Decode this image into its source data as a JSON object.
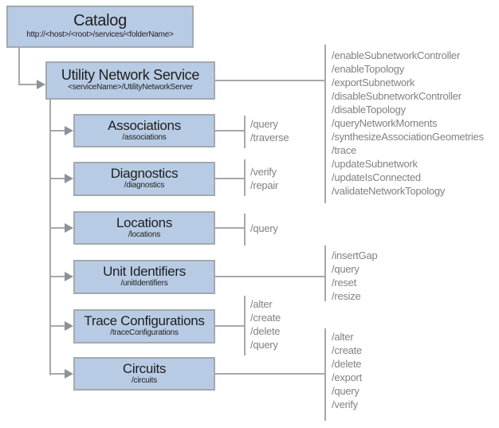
{
  "colors": {
    "box_fill": "#B8CBE4",
    "box_border": "#A3A9AF",
    "connector_line": "#A8A8A8",
    "arrowhead": "#8E9298",
    "operations_text": "#828282",
    "title_text": "#1E1E1E"
  },
  "catalog": {
    "title": "Catalog",
    "subtitle": "http://<host>/<root>/services/<folderName>"
  },
  "service": {
    "title": "Utility Network Service",
    "subtitle": "<serviceName>/UtilityNetworkServer",
    "operations": [
      "/enableSubnetworkController",
      "/enableTopology",
      "/exportSubnetwork",
      "/disableSubnetworkController",
      "/disableTopology",
      "/queryNetworkMoments",
      "/synthesizeAssociationGeometries",
      "/trace",
      "/updateSubnetwork",
      "/updateIsConnected",
      "/validateNetworkTopology"
    ]
  },
  "resources": [
    {
      "title": "Associations",
      "subtitle": "/associations",
      "operations": [
        "/query",
        "/traverse"
      ]
    },
    {
      "title": "Diagnostics",
      "subtitle": "/diagnostics",
      "operations": [
        "/verify",
        "/repair"
      ]
    },
    {
      "title": "Locations",
      "subtitle": "/locations",
      "operations": [
        "/query"
      ]
    },
    {
      "title": "Unit Identifiers",
      "subtitle": "/unitIdentifiers",
      "operations": [
        "/insertGap",
        "/query",
        "/reset",
        "/resize"
      ]
    },
    {
      "title": "Trace Configurations",
      "subtitle": "/traceConfigurations",
      "operations": [
        "/alter",
        "/create",
        "/delete",
        "/query"
      ]
    },
    {
      "title": "Circuits",
      "subtitle": "/circuits",
      "operations": [
        "/alter",
        "/create",
        "/delete",
        "/export",
        "/query",
        "/verify"
      ]
    }
  ]
}
